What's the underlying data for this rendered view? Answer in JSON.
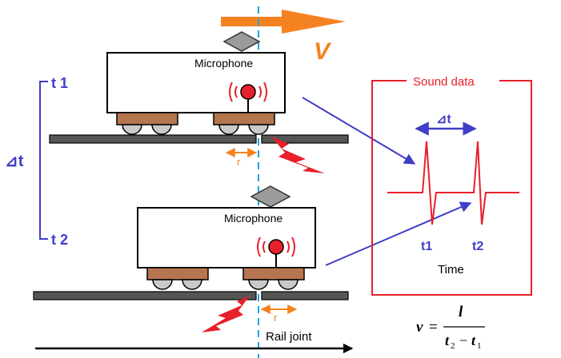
{
  "labels": {
    "velocity": "V",
    "mic_top": "Microphone",
    "mic_bottom": "Microphone",
    "t1": "t 1",
    "t2": "t 2",
    "delta_t_left": "⊿t",
    "r_top": "r",
    "r_bottom": "r",
    "rail_joint": "Rail joint",
    "sound_data_title": "Sound data",
    "delta_t_plot": "⊿t",
    "plot_t1": "t1",
    "plot_t2": "t2",
    "time_axis": "Time"
  },
  "formula": {
    "lhs": "v",
    "eq": "=",
    "numerator": "l",
    "den_a": "t",
    "den_a_sub": "2",
    "minus": "−",
    "den_b": "t",
    "den_b_sub": "1"
  },
  "colors": {
    "orange": "#f58220",
    "red": "#e8202a",
    "blue": "#3e3ec8",
    "cyan": "#1ea6d6",
    "wheel_base": "#b5764f",
    "rail": "#555555"
  }
}
